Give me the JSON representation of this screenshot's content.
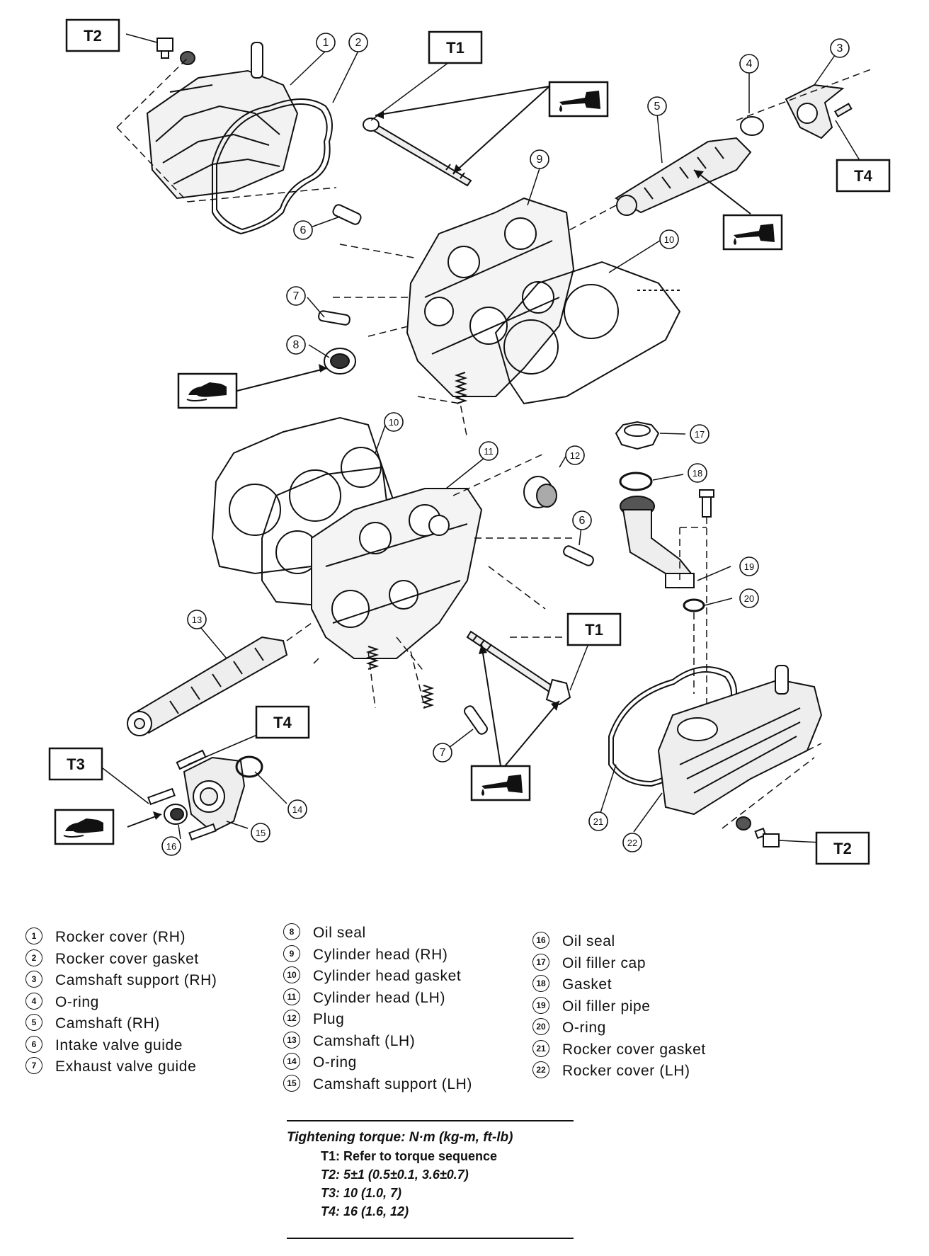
{
  "callout_boxes": [
    "T1",
    "T2",
    "T3",
    "T4"
  ],
  "legend": {
    "columns": [
      [
        {
          "num": "1",
          "label": "Rocker cover (RH)"
        },
        {
          "num": "2",
          "label": "Rocker cover gasket"
        },
        {
          "num": "3",
          "label": "Camshaft support (RH)"
        },
        {
          "num": "4",
          "label": "O-ring"
        },
        {
          "num": "5",
          "label": "Camshaft (RH)"
        },
        {
          "num": "6",
          "label": "Intake valve guide"
        },
        {
          "num": "7",
          "label": "Exhaust valve guide"
        }
      ],
      [
        {
          "num": "8",
          "label": "Oil seal"
        },
        {
          "num": "9",
          "label": "Cylinder head (RH)"
        },
        {
          "num": "10",
          "label": "Cylinder head gasket"
        },
        {
          "num": "11",
          "label": "Cylinder head (LH)"
        },
        {
          "num": "12",
          "label": "Plug"
        },
        {
          "num": "13",
          "label": "Camshaft (LH)"
        },
        {
          "num": "14",
          "label": "O-ring"
        },
        {
          "num": "15",
          "label": "Camshaft support (LH)"
        }
      ],
      [
        {
          "num": "16",
          "label": "Oil seal"
        },
        {
          "num": "17",
          "label": "Oil filler cap"
        },
        {
          "num": "18",
          "label": "Gasket"
        },
        {
          "num": "19",
          "label": "Oil filler pipe"
        },
        {
          "num": "20",
          "label": "O-ring"
        },
        {
          "num": "21",
          "label": "Rocker cover gasket"
        },
        {
          "num": "22",
          "label": "Rocker cover (LH)"
        }
      ]
    ]
  },
  "torque": {
    "heading": "Tightening torque: N·m (kg-m, ft-lb)",
    "lines": [
      "T1: Refer to torque sequence",
      "T2: 5±1 (0.5±0.1, 3.6±0.7)",
      "T3: 10 (1.0, 7)",
      "T4: 16 (1.6, 12)"
    ]
  },
  "icons": [
    "oil-can-icon",
    "grease-gun-icon"
  ]
}
